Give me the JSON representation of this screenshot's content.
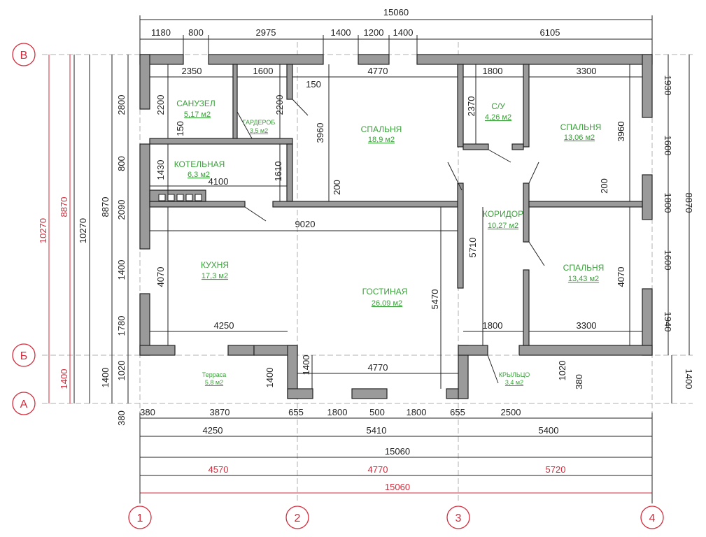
{
  "rooms": [
    {
      "name": "САНУЗЕЛ",
      "area": "5,17 м2"
    },
    {
      "name": "ГАРДЕРОБ",
      "area": "3,5 м2"
    },
    {
      "name": "СПАЛЬНЯ",
      "area": "18,9 м2"
    },
    {
      "name": "С/У",
      "area": "4,26 м2"
    },
    {
      "name": "СПАЛЬНЯ",
      "area": "13,06 м2"
    },
    {
      "name": "КОТЕЛЬНАЯ",
      "area": "6,3 м2"
    },
    {
      "name": "КОРИДОР",
      "area": "10,27 м2"
    },
    {
      "name": "КУХНЯ",
      "area": "17,3 м2"
    },
    {
      "name": "ГОСТИНАЯ",
      "area": "26,09 м2"
    },
    {
      "name": "СПАЛЬНЯ",
      "area": "13,43 м2"
    },
    {
      "name": "Терраса",
      "area": "5,8 м2"
    },
    {
      "name": "КРЫЛЬЦО",
      "area": "3,4 м2"
    }
  ],
  "axes": {
    "rows": [
      "В",
      "Б",
      "А"
    ],
    "cols": [
      "1",
      "2",
      "3",
      "4"
    ]
  },
  "dims": {
    "top_total": "15060",
    "top_parts": [
      "1180",
      "800",
      "2975",
      "1400",
      "1200",
      "1400",
      "6105"
    ],
    "inner_top_left": [
      "2350",
      "1600"
    ],
    "inner_150a": "150",
    "bedroom_top": "4770",
    "inner_top_right": [
      "1800",
      "3300"
    ],
    "left_v": [
      "2800",
      "800",
      "2090",
      "1400",
      "1780",
      "1020",
      "380"
    ],
    "left_overall": [
      "8870",
      "10270"
    ],
    "left_red": [
      "8870",
      "10270",
      "1400"
    ],
    "left_1400": "1400",
    "right_v": [
      "1930",
      "1600",
      "1800",
      "1600",
      "1940"
    ],
    "right_overall": "8870",
    "right_1400": "1400",
    "inner_2200a": "2200",
    "inner_2200b": "2200",
    "inner_150b": "150",
    "inner_3960a": "3960",
    "inner_2370": "2370",
    "inner_3960b": "3960",
    "inner_1430": "1430",
    "inner_1610": "1610",
    "inner_4100": "4100",
    "inner_200a": "200",
    "inner_200b": "200",
    "inner_9020": "9020",
    "inner_5710": "5710",
    "inner_4070a": "4070",
    "inner_4070b": "4070",
    "inner_5470": "5470",
    "inner_4250": "4250",
    "inner_1800": "1800",
    "inner_3300": "3300",
    "inner_1400a": "1400",
    "inner_1400b": "1400",
    "inner_4770": "4770",
    "inner_1020": "1020",
    "inner_380": "380",
    "bottom_row1": [
      "380",
      "3870",
      "655",
      "1800",
      "500",
      "1800",
      "655",
      "2500"
    ],
    "bottom_row2": [
      "4250",
      "5410",
      "5400"
    ],
    "bottom_total": "15060",
    "bottom_red": [
      "4570",
      "4770",
      "5720"
    ],
    "bottom_red_total": "15060"
  },
  "colors": {
    "wall": "#9a9a9a",
    "room_text": "#3aa13a",
    "axis": "#d42a3a",
    "dim_text": "#222222"
  }
}
